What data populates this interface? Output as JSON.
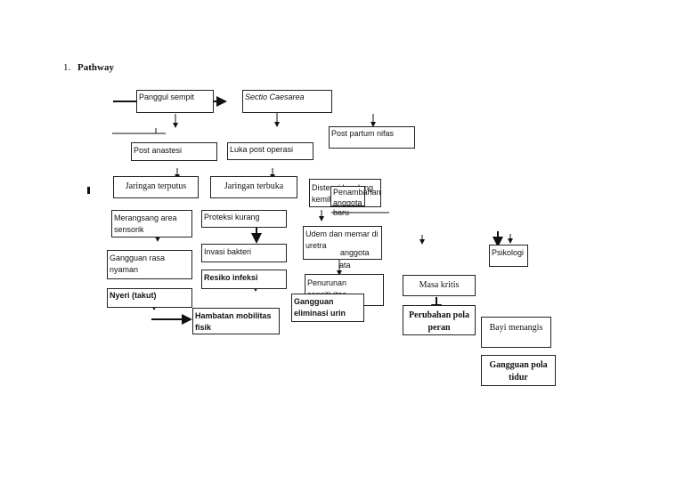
{
  "heading": {
    "number": "1.",
    "title": "Pathway"
  },
  "nodes": {
    "panggul_sempit": "Panggul sempit",
    "sectio_caesarea": "Sectio Caesarea",
    "post_partum_nifas": "Post partum nifas",
    "post_anastesi": "Post anastesi",
    "luka_post_operasi": "Luka post operasi",
    "jaringan_terputus": "Jaringan terputus",
    "jaringan_terbuka": "Jaringan terbuka",
    "distensi_kandung_kemih": "Distensi kandung kemih",
    "penambahan_anggota_baru": "Penambahan anggota baru",
    "merangsang_area_sensorik": "Merangsang area sensorik",
    "proteksi_kurang": "Proteksi kurang",
    "udem_dan_memar": "Udem dan memar di uretra",
    "psikologi": "Psikologi",
    "gangguan_rasa_nyaman": "Gangguan rasa nyaman",
    "invasi_bakteri": "Invasi bakteri",
    "resiko_infeksi": "Resiko infeksi",
    "penurunan_sensitivitas": "Penurunan sensitivitas",
    "masa_kritis": "Masa kritis",
    "nyeri_takut": "Nyeri (takut)",
    "hambatan_mobilitas_fisik": "Hambatan mobilitas fisik",
    "gangguan_eliminasi_urin": "Gangguan eliminasi urin",
    "perubahan_pola_peran": "Perubahan pola peran",
    "bayi_menangis": "Bayi menangis",
    "gangguan_pola_tidur": "Gangguan pola tidur"
  },
  "stray_text": {
    "anggota": "anggota",
    "ata": "ata",
    "baru": "baru"
  }
}
